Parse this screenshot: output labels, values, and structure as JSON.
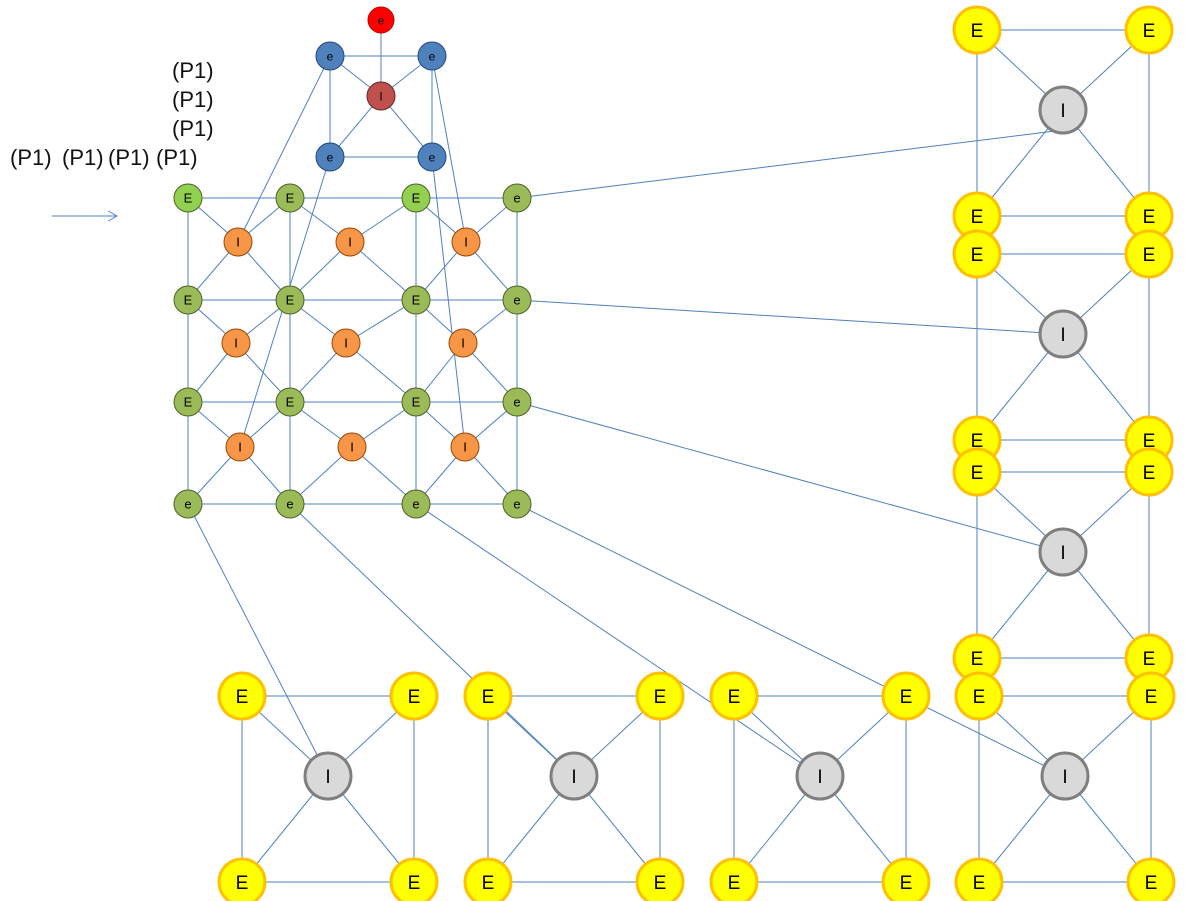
{
  "labels": {
    "p_labels": [
      "(P1)",
      "(P1)",
      "(P1)",
      "(P1)",
      "(P1)",
      "(P1)",
      "(P1)"
    ]
  },
  "colors": {
    "edge": "#4f81bd",
    "arrow": "#4f81bd",
    "red_node": "#ff0000",
    "blue_node": "#4f81bd",
    "darkred_node": "#c0504d",
    "light_green_node": "#92d050",
    "olive_node": "#9bbb59",
    "orange_node": "#f79646",
    "yellow_node": "#ffff00",
    "yellow_stroke": "#ffc000",
    "gray_node": "#d9d9d9",
    "gray_stroke": "#7f7f7f"
  },
  "graph": {
    "top": {
      "red": "e",
      "blue_corners": [
        "e",
        "e",
        "e",
        "e"
      ],
      "center": "I"
    },
    "grid": {
      "rows": [
        [
          "E",
          "E",
          "E",
          "e"
        ],
        [
          "E",
          "E",
          "E",
          "e"
        ],
        [
          "E",
          "E",
          "E",
          "e"
        ],
        [
          "e",
          "e",
          "e",
          "e"
        ]
      ],
      "interior": [
        [
          "I",
          "I",
          "I"
        ],
        [
          "I",
          "I",
          "I"
        ],
        [
          "I",
          "I",
          "I"
        ]
      ]
    },
    "squares": [
      {
        "corners": [
          "E",
          "E",
          "E",
          "E"
        ],
        "center": "I"
      },
      {
        "corners": [
          "E",
          "E",
          "E",
          "E"
        ],
        "center": "I"
      },
      {
        "corners": [
          "E",
          "E",
          "E",
          "E"
        ],
        "center": "I"
      },
      {
        "corners": [
          "E",
          "E",
          "E",
          "E"
        ],
        "center": "I"
      },
      {
        "corners": [
          "E",
          "E",
          "E",
          "E"
        ],
        "center": "I"
      },
      {
        "corners": [
          "E",
          "E",
          "E",
          "E"
        ],
        "center": "I"
      },
      {
        "corners": [
          "E",
          "E",
          "E",
          "E"
        ],
        "center": "I"
      }
    ]
  }
}
